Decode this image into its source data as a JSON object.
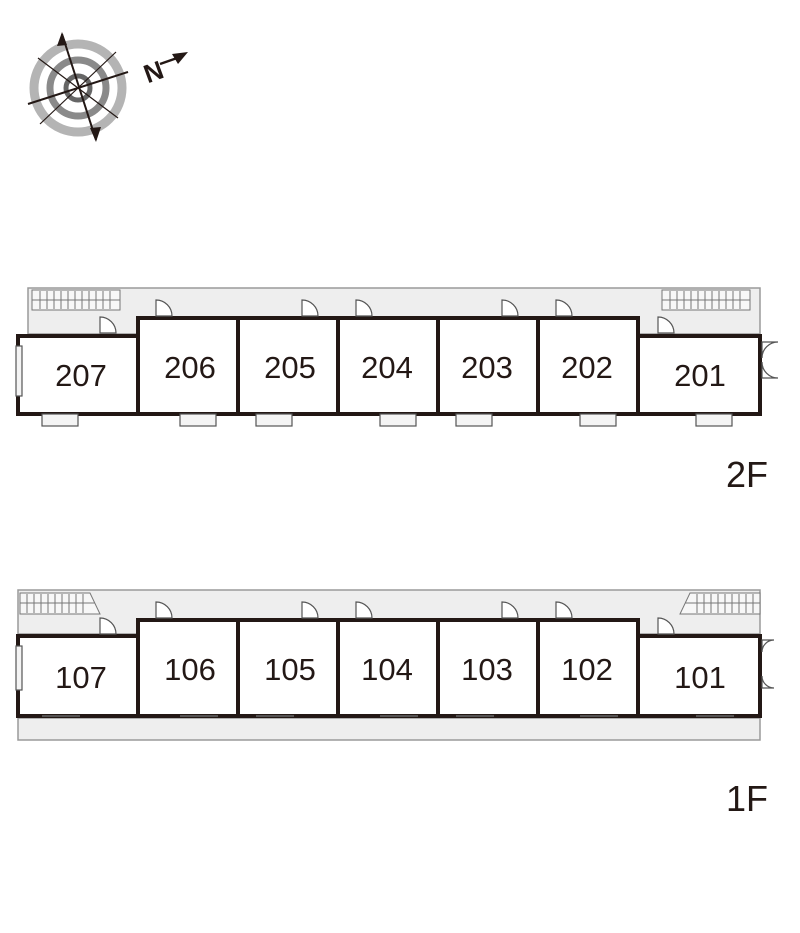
{
  "compass": {
    "north_label": "N",
    "icon": "compass-rose-icon"
  },
  "floors": [
    {
      "label": "2F",
      "units": [
        "207",
        "206",
        "205",
        "204",
        "203",
        "202",
        "201"
      ]
    },
    {
      "label": "1F",
      "units": [
        "107",
        "106",
        "105",
        "104",
        "103",
        "102",
        "101"
      ]
    }
  ],
  "colors": {
    "wall": "#231815",
    "corridor": "#eeeeee",
    "text": "#231815"
  }
}
